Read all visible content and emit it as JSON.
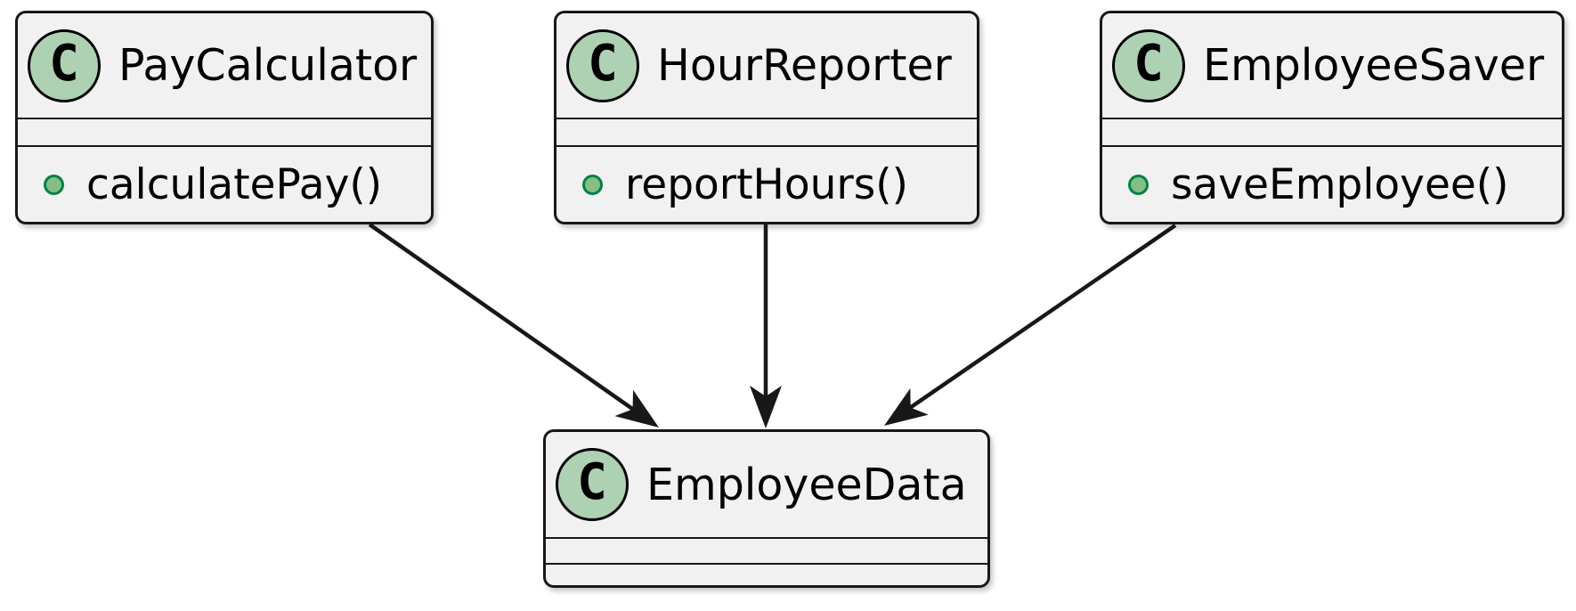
{
  "diagram": {
    "type": "uml-class-diagram",
    "classes": [
      {
        "id": "pay-calculator",
        "stereotype_letter": "C",
        "stereotype_kind": "class",
        "name": "PayCalculator",
        "fields": [],
        "methods": [
          {
            "visibility": "public",
            "signature": "calculatePay()"
          }
        ]
      },
      {
        "id": "hour-reporter",
        "stereotype_letter": "C",
        "stereotype_kind": "class",
        "name": "HourReporter",
        "fields": [],
        "methods": [
          {
            "visibility": "public",
            "signature": "reportHours()"
          }
        ]
      },
      {
        "id": "employee-saver",
        "stereotype_letter": "C",
        "stereotype_kind": "class",
        "name": "EmployeeSaver",
        "fields": [],
        "methods": [
          {
            "visibility": "public",
            "signature": "saveEmployee()"
          }
        ]
      },
      {
        "id": "employee-data",
        "stereotype_letter": "C",
        "stereotype_kind": "class",
        "name": "EmployeeData",
        "fields": [],
        "methods": []
      }
    ],
    "relations": [
      {
        "from": "PayCalculator",
        "to": "EmployeeData",
        "style": "solid-arrow"
      },
      {
        "from": "HourReporter",
        "to": "EmployeeData",
        "style": "solid-arrow"
      },
      {
        "from": "EmployeeSaver",
        "to": "EmployeeData",
        "style": "solid-arrow"
      }
    ],
    "colors": {
      "box_fill": "#F1F1F1",
      "box_border": "#181818",
      "circle_fill": "#ADD1B2",
      "circle_border": "#000000",
      "method_bullet_fill": "#84BE84",
      "method_bullet_border": "#038048",
      "arrow": "#181818",
      "background": "#FFFFFF"
    }
  }
}
